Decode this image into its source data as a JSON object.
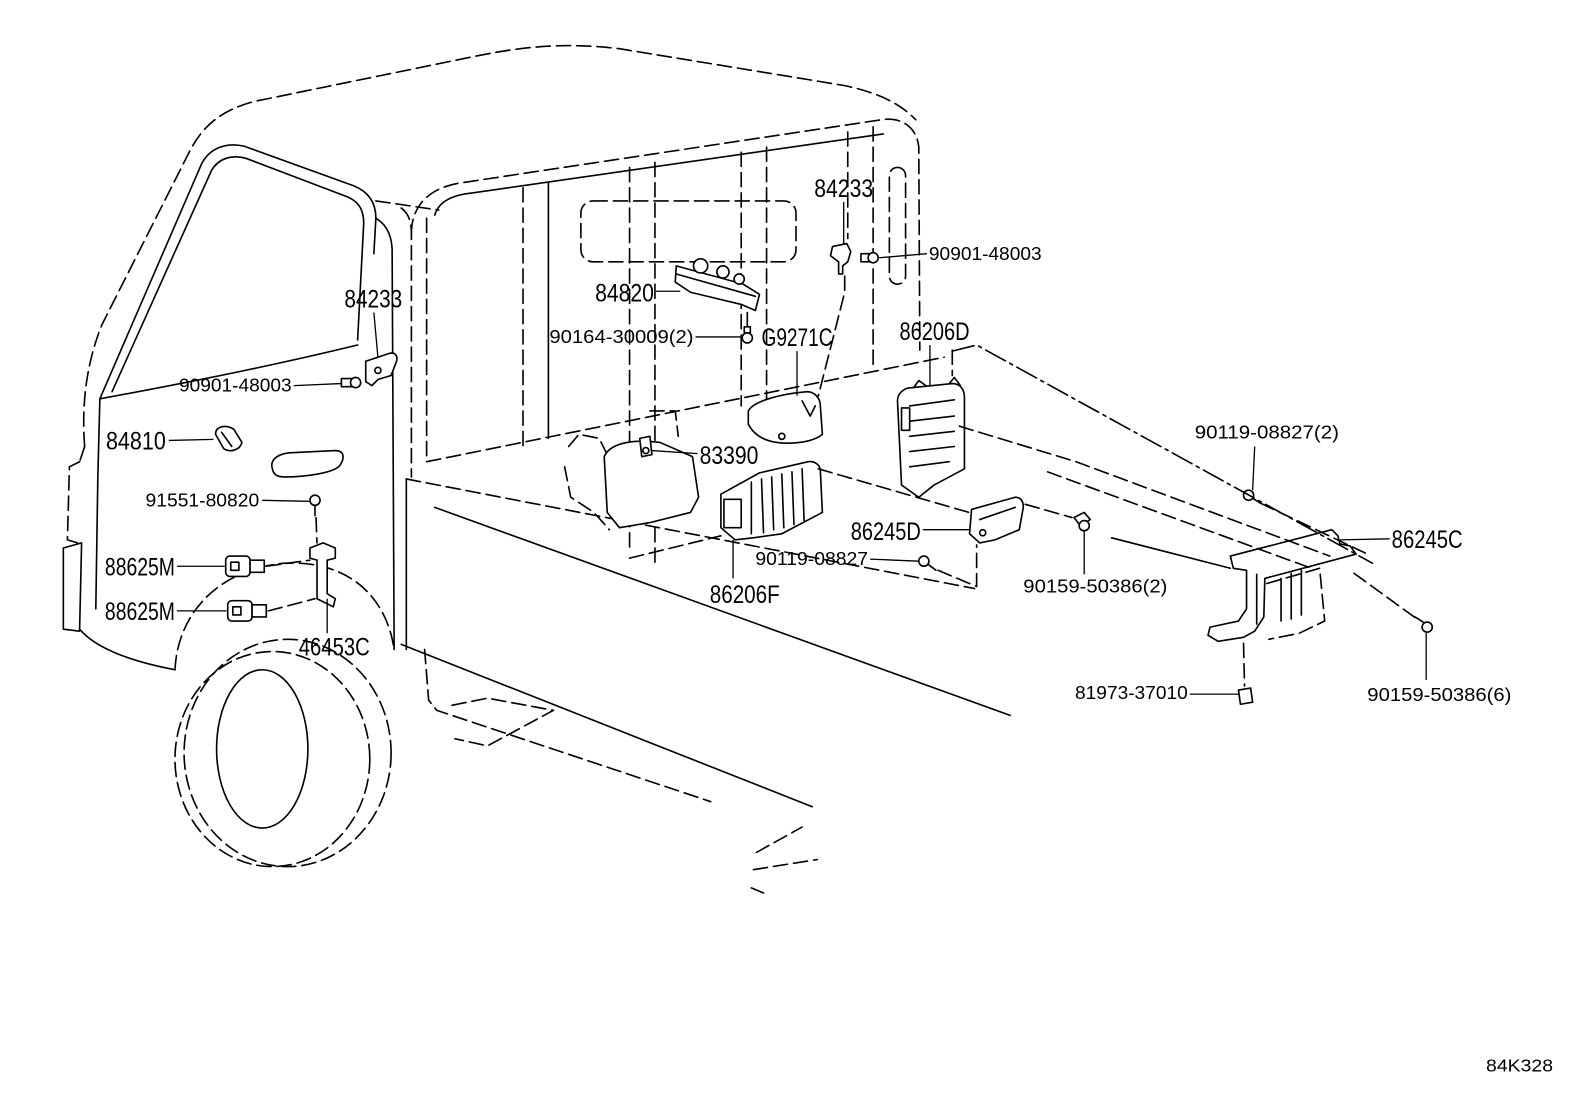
{
  "colors": {
    "line": "#000000",
    "background": "#ffffff"
  },
  "diagram": {
    "callouts": {
      "left_84233": "84233",
      "left_90901_48003": "90901-48003",
      "p84810": "84810",
      "p91551_80820": "91551-80820",
      "p88625M_upper": "88625M",
      "p88625M_lower": "88625M",
      "p46453C": "46453C",
      "p84820": "84820",
      "p90164_30009": "90164-30009(2)",
      "pG9271C": "G9271C",
      "right_84233": "84233",
      "right_90901_48003": "90901-48003",
      "p86206D": "86206D",
      "p83390": "83390",
      "p90119_08827_x2": "90119-08827(2)",
      "p86245D": "86245D",
      "p86245C": "86245C",
      "p90119_08827": "90119-08827",
      "p86206F": "86206F",
      "p90159_50386_x2": "90159-50386(2)",
      "p81973_37010": "81973-37010",
      "p90159_50386_x6": "90159-50386(6)"
    },
    "illustration_code": "84K328"
  }
}
